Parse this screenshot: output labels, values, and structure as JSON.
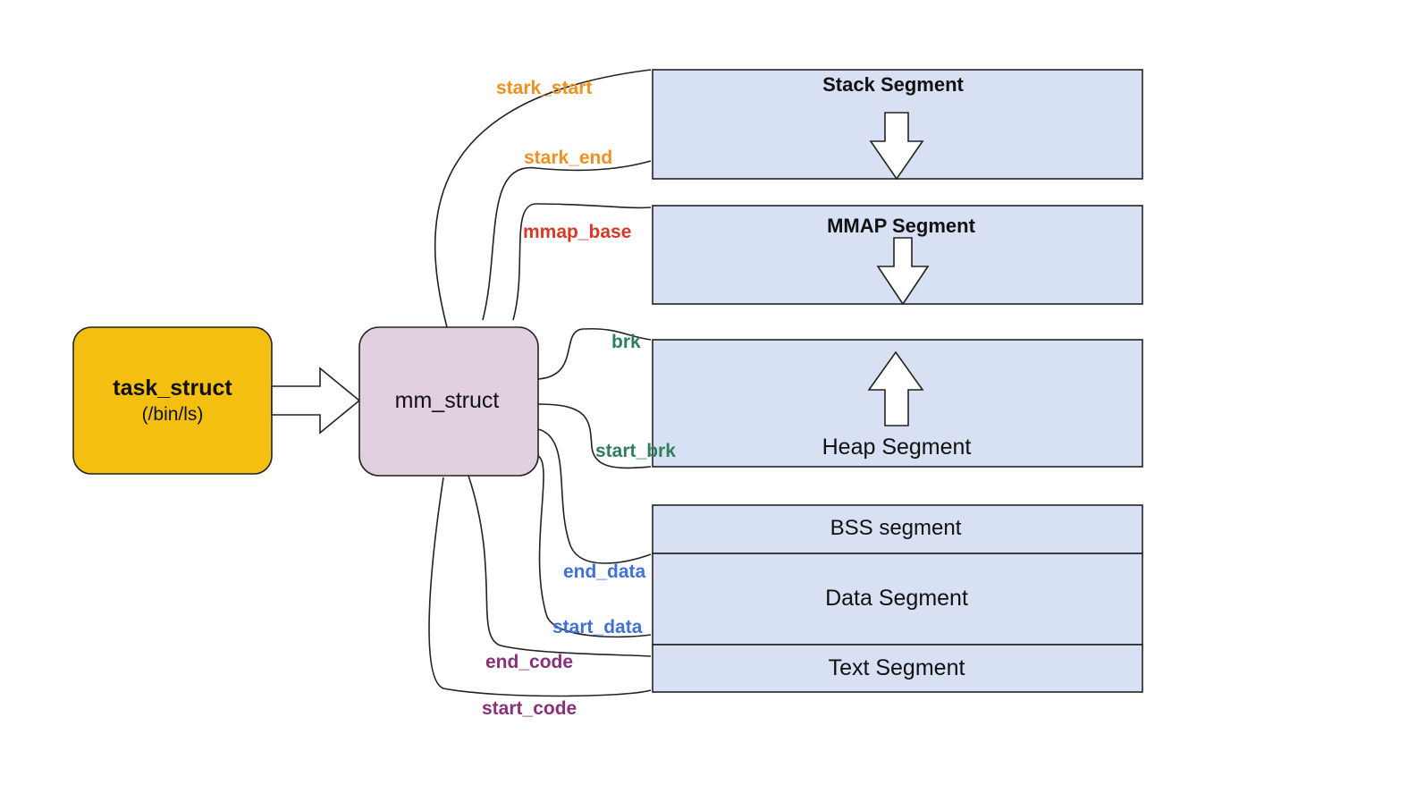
{
  "colors": {
    "task_fill": "#f3c011",
    "mm_fill": "#e0d0e0",
    "segment_fill": "#d8e0f4",
    "stroke": "#222222",
    "label_orange": "#f09020",
    "label_red": "#d63a26",
    "label_green": "#2f7f5f",
    "label_blue": "#3f72d8",
    "label_purple": "#8a2f7a"
  },
  "task_struct": {
    "title": "task_struct",
    "subtitle": "(/bin/ls)"
  },
  "mm_struct": {
    "label": "mm_struct"
  },
  "segments": {
    "stack": "Stack Segment",
    "mmap": "MMAP Segment",
    "heap": "Heap Segment",
    "bss": "BSS segment",
    "data": "Data Segment",
    "text": "Text Segment"
  },
  "pointers": {
    "stark_start": "stark_start",
    "stark_end": "stark_end",
    "mmap_base": "mmap_base",
    "brk": "brk",
    "start_brk": "start_brk",
    "end_data": "end_data",
    "start_data": "start_data",
    "end_code": "end_code",
    "start_code": "start_code"
  }
}
